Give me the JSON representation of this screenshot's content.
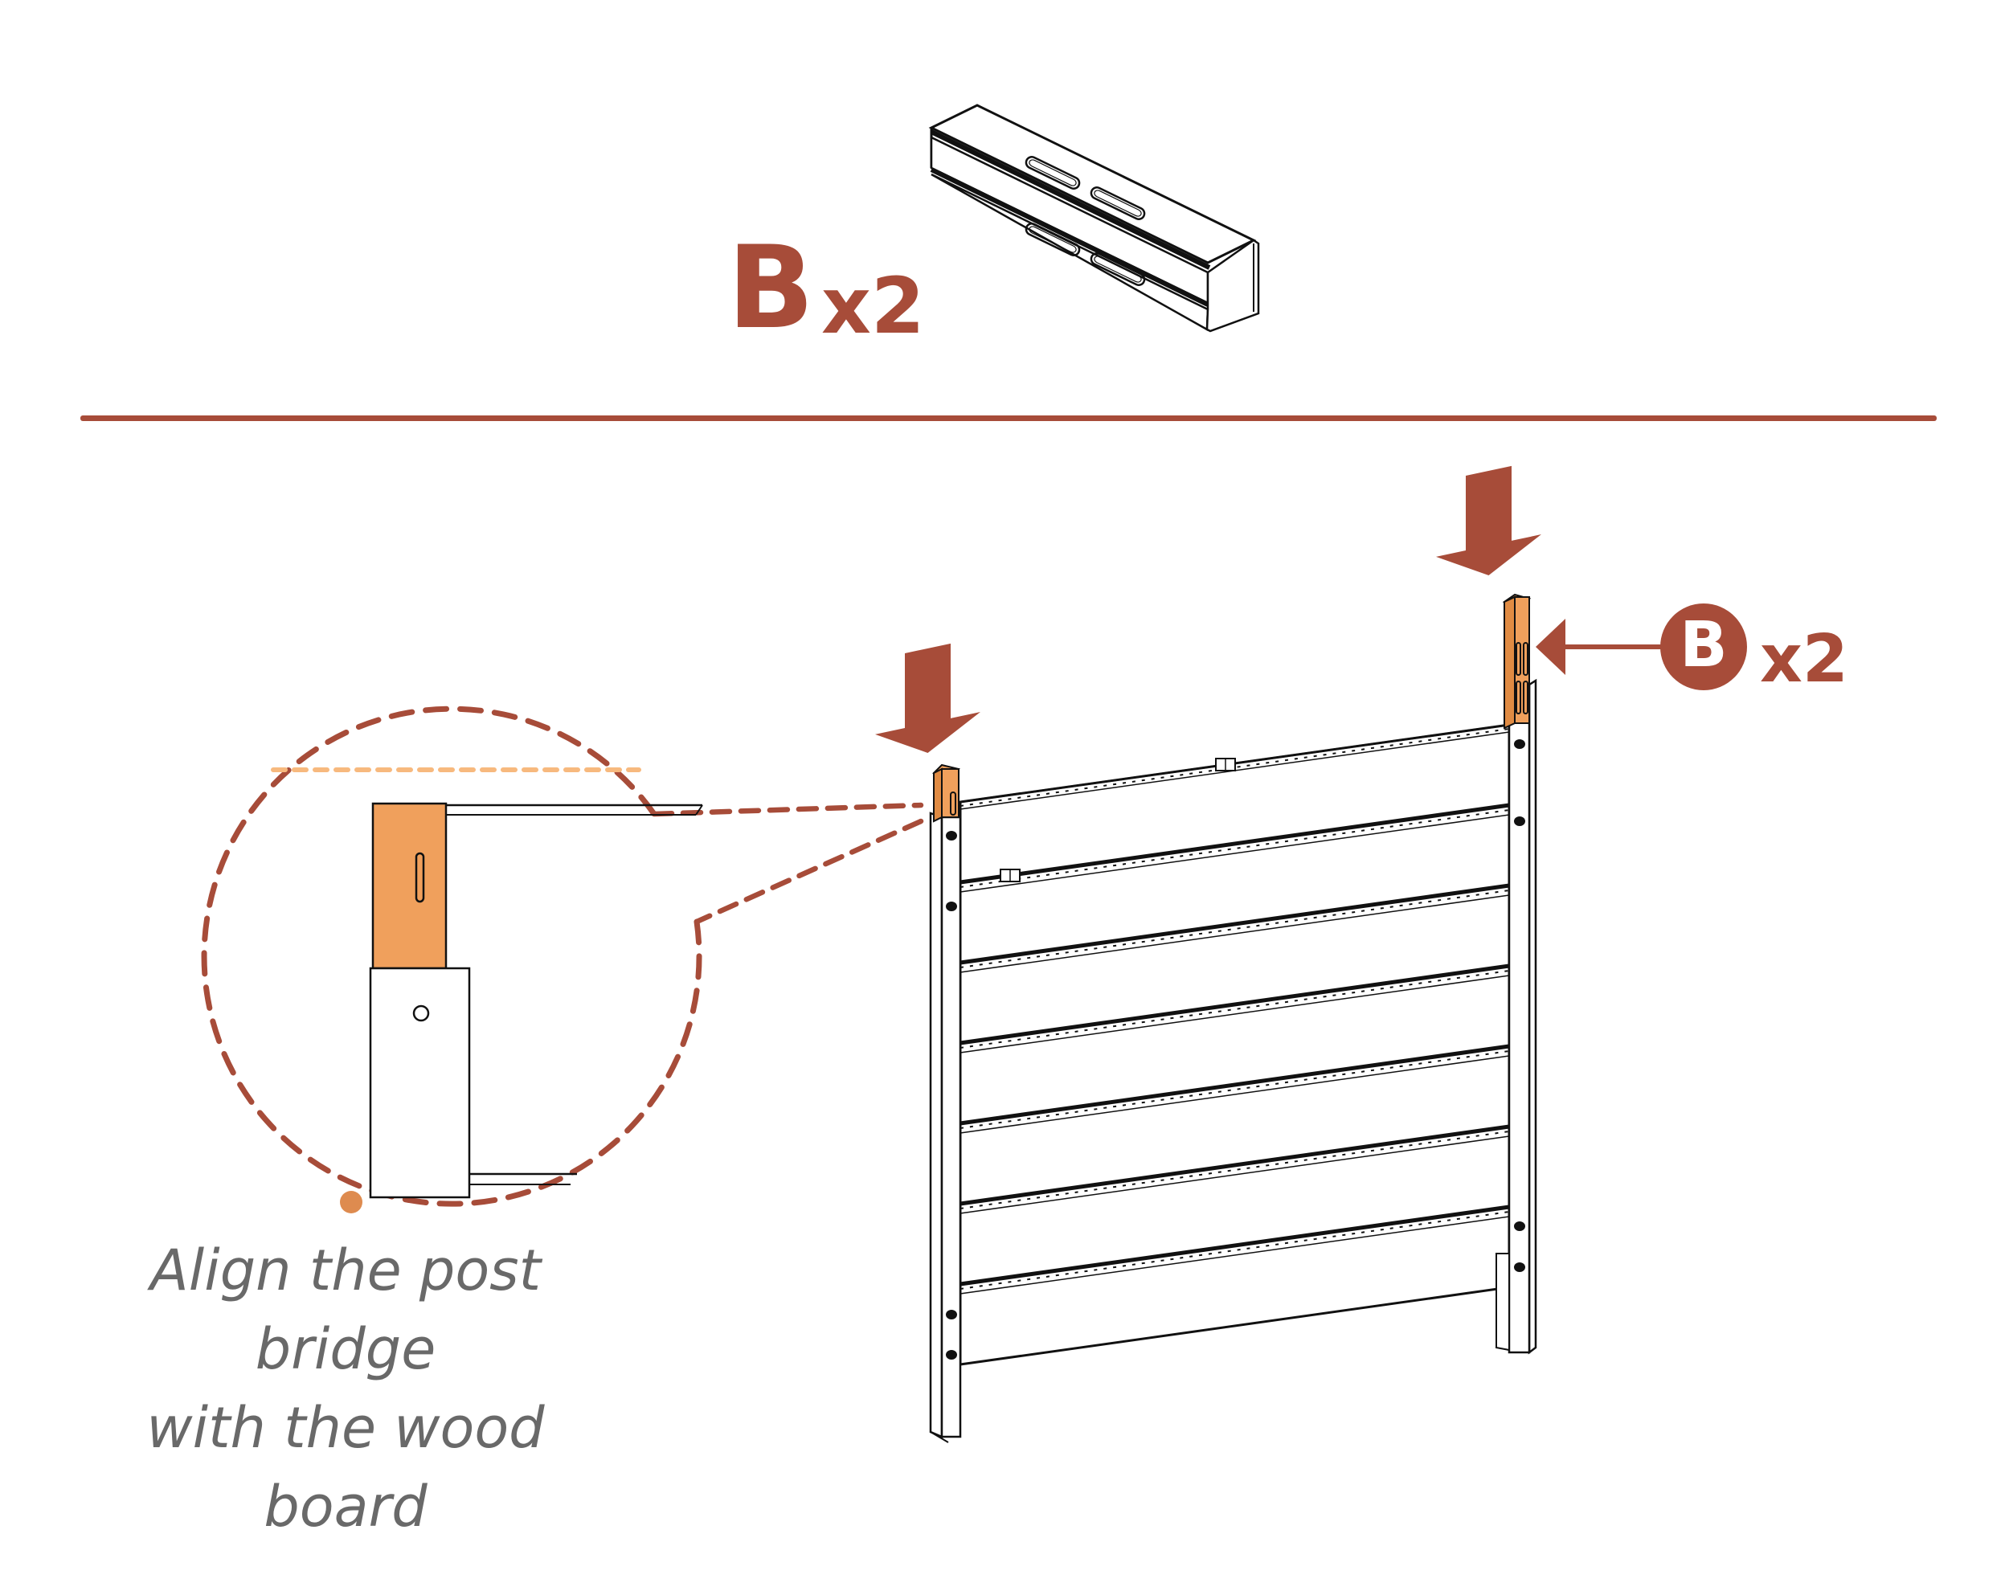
{
  "header": {
    "part_letter": "B",
    "part_qty": "x2"
  },
  "callout_badge": {
    "letter": "B",
    "qty": "x2"
  },
  "caption": "Align the post bridge\nwith the wood board",
  "colors": {
    "accent_brick": "#A74C39",
    "bridge_orange": "#F0A05C",
    "bridge_orange_side": "#E08B43",
    "align_guide_orange": "#F7B97E",
    "caption_gray": "#696969",
    "line_black": "#111111"
  }
}
